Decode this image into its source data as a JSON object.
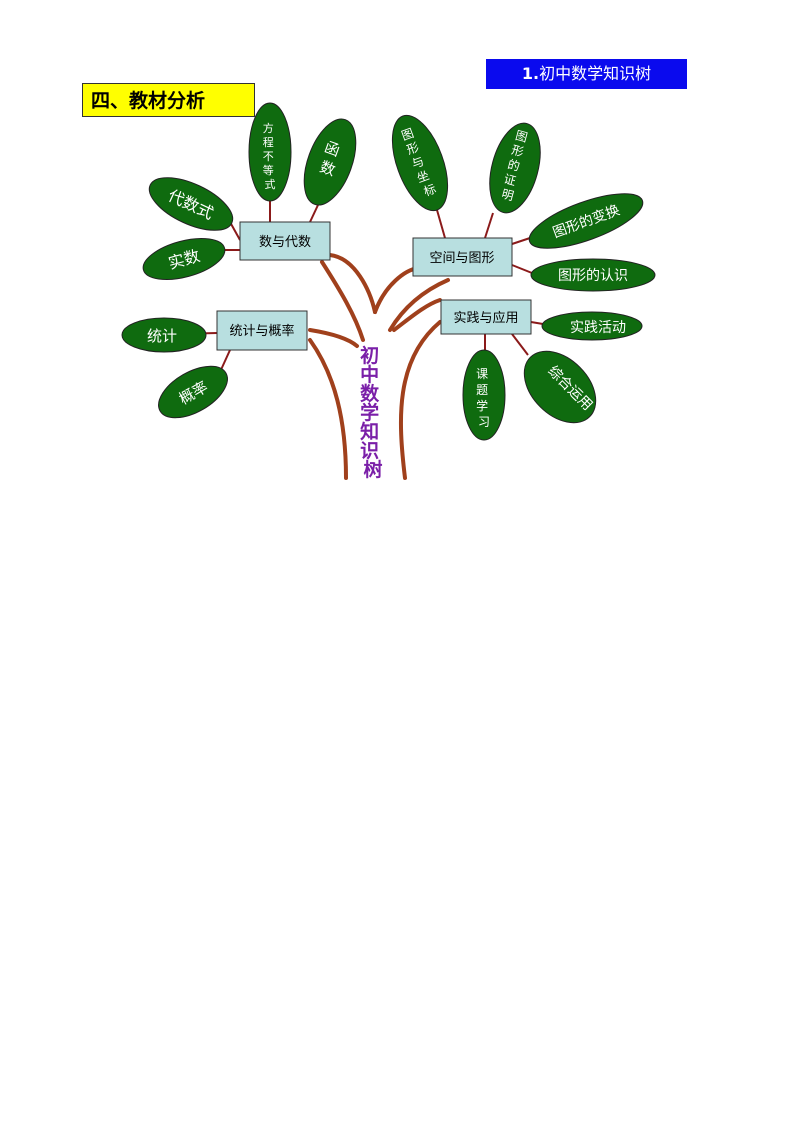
{
  "header": {
    "number": "1.",
    "title": "初中数学知识树"
  },
  "section": {
    "title": "四、教材分析"
  },
  "trunk": {
    "label": [
      "初",
      "中",
      "数",
      "学",
      "知",
      "识",
      "树"
    ]
  },
  "branches": {
    "algebra": "数与代数",
    "geometry": "空间与图形",
    "statistics": "统计与概率",
    "practice": "实践与应用"
  },
  "leaves": {
    "equation": [
      "方",
      "程",
      "不",
      "等",
      "式"
    ],
    "function": [
      "函",
      "数"
    ],
    "algebraic_expr": "代数式",
    "real_number": "实数",
    "coordinate": [
      "图",
      "形",
      "与",
      "坐",
      "标"
    ],
    "proof": [
      "图",
      "形",
      "的",
      "证",
      "明"
    ],
    "transform": "图形的变换",
    "recognition": "图形的认识",
    "statistics": "统计",
    "probability": "概率",
    "practice_activity": "实践活动",
    "project_study": [
      "课",
      "题",
      "学",
      "习"
    ],
    "comprehensive": "综合运用"
  },
  "colors": {
    "leaf": "#0f6b0f",
    "branch_line": "#8b1a1a",
    "trunk": "#a0401c",
    "box": "#b8dfe0",
    "trunk_text": "#7a1fa8"
  }
}
